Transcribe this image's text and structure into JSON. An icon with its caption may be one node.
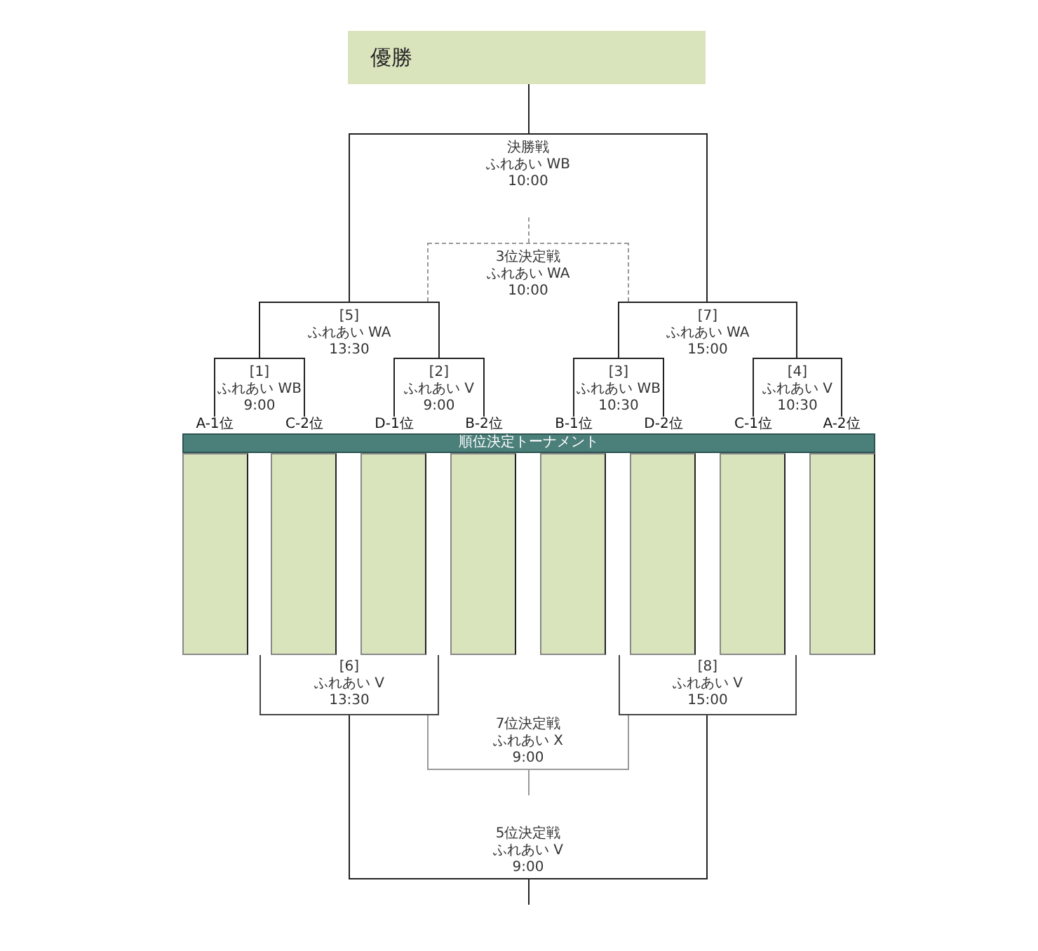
{
  "diagram": {
    "nodes": [
      {
        "text": [
          "優勝"
        ]
      },
      {
        "text": [
          "決勝戦",
          "ふれあい WB",
          "10:00"
        ]
      },
      {
        "text": [
          "3位決定戦",
          "ふれあい WA",
          "10:00"
        ]
      },
      {
        "text": [
          "[5]",
          "ふれあい WA",
          "13:30"
        ]
      },
      {
        "text": [
          "[7]",
          "ふれあい WA",
          "15:00"
        ]
      },
      {
        "text": [
          "[1]",
          "ふれあい WB",
          "9:00"
        ]
      },
      {
        "text": [
          "[2]",
          "ふれあい V",
          "9:00"
        ]
      },
      {
        "text": [
          "[3]",
          "ふれあい WB",
          "10:30"
        ]
      },
      {
        "text": [
          "[4]",
          "ふれあい V",
          "10:30"
        ]
      },
      {
        "text": [
          "A-1位"
        ]
      },
      {
        "text": [
          "C-2位"
        ]
      },
      {
        "text": [
          "D-1位"
        ]
      },
      {
        "text": [
          "B-2位"
        ]
      },
      {
        "text": [
          "B-1位"
        ]
      },
      {
        "text": [
          "D-2位"
        ]
      },
      {
        "text": [
          "C-1位"
        ]
      },
      {
        "text": [
          "A-2位"
        ]
      },
      {
        "text": [
          "順位決定トーナメント"
        ]
      },
      {
        "text": [],
        "shape": "box"
      },
      {
        "text": [],
        "shape": "box"
      },
      {
        "text": [],
        "shape": "box"
      },
      {
        "text": [],
        "shape": "box"
      },
      {
        "text": [],
        "shape": "box"
      },
      {
        "text": [],
        "shape": "box"
      },
      {
        "text": [],
        "shape": "box"
      },
      {
        "text": [],
        "shape": "box"
      },
      {
        "text": [
          "[6]",
          "ふれあい V",
          "13:30"
        ]
      },
      {
        "text": [
          "[8]",
          "ふれあい V",
          "15:00"
        ]
      },
      {
        "text": [
          "7位決定戦",
          "ふれあい X",
          "9:00"
        ]
      },
      {
        "text": [
          "5位決定戦",
          "ふれあい V",
          "9:00"
        ]
      }
    ],
    "edges": [
      {
        "from": 1,
        "to": 0,
        "arrow": "none"
      },
      {
        "from": 3,
        "to": 1,
        "arrow": "none"
      },
      {
        "from": 4,
        "to": 1,
        "arrow": "none"
      },
      {
        "from": 3,
        "to": 2,
        "arrow": "none",
        "style": "dashed",
        "color": "#999999"
      },
      {
        "from": 4,
        "to": 2,
        "arrow": "none",
        "style": "dashed",
        "color": "#999999"
      },
      {
        "from": 5,
        "to": 3,
        "arrow": "none"
      },
      {
        "from": 6,
        "to": 3,
        "arrow": "none"
      },
      {
        "from": 7,
        "to": 4,
        "arrow": "none"
      },
      {
        "from": 8,
        "to": 4,
        "arrow": "none"
      },
      {
        "from": 9,
        "to": 5,
        "arrow": "none"
      },
      {
        "from": 10,
        "to": 5,
        "arrow": "none"
      },
      {
        "from": 11,
        "to": 6,
        "arrow": "none"
      },
      {
        "from": 12,
        "to": 6,
        "arrow": "none"
      },
      {
        "from": 13,
        "to": 7,
        "arrow": "none"
      },
      {
        "from": 14,
        "to": 7,
        "arrow": "none"
      },
      {
        "from": 15,
        "to": 8,
        "arrow": "none"
      },
      {
        "from": 16,
        "to": 8,
        "arrow": "none"
      },
      {
        "from": 26,
        "to": 28,
        "arrow": "none",
        "color": "#999999"
      },
      {
        "from": 27,
        "to": 28,
        "arrow": "none",
        "color": "#999999"
      },
      {
        "from": 26,
        "to": 29,
        "arrow": "none"
      },
      {
        "from": 27,
        "to": 29,
        "arrow": "none"
      }
    ]
  }
}
